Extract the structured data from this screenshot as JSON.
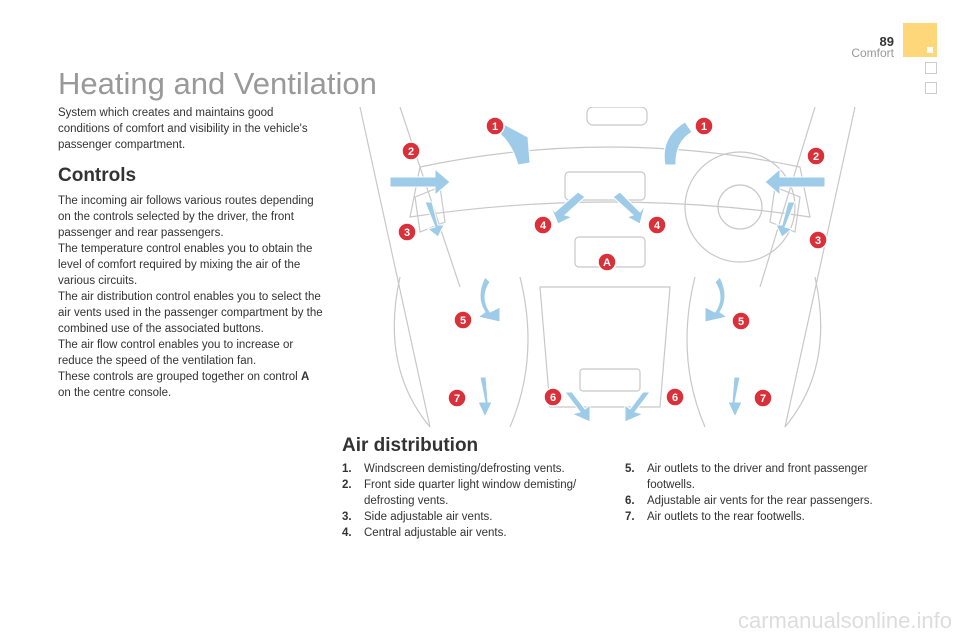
{
  "header": {
    "page_number": "89",
    "section": "Comfort"
  },
  "title": "Heating and Ventilation",
  "intro": "System which creates and maintains good conditions of comfort and visibility in the vehicle's passenger compartment.",
  "controls": {
    "heading": "Controls",
    "paragraphs": [
      "The incoming air follows various routes depending on the controls selected by the driver, the front passenger and rear passengers.",
      "The temperature control enables you to obtain the level of comfort required by mixing the air of the various circuits.",
      "The air distribution control enables you to select the air vents used in the passenger compartment by the combined use of the associated buttons.",
      "The air flow control enables you to increase or reduce the speed of the ventilation fan.",
      "These controls are grouped together on control"
    ],
    "last_bold": "A",
    "last_tail": " on the centre console."
  },
  "figure": {
    "labels": [
      "1",
      "2",
      "3",
      "4",
      "5",
      "6",
      "7",
      "A"
    ]
  },
  "air_distribution": {
    "heading": "Air distribution",
    "items": [
      {
        "n": "1.",
        "text": "Windscreen demisting/defrosting vents."
      },
      {
        "n": "2.",
        "text": "Front side quarter light window demisting/ defrosting vents."
      },
      {
        "n": "3.",
        "text": "Side adjustable air vents."
      },
      {
        "n": "4.",
        "text": "Central adjustable air vents."
      },
      {
        "n": "5.",
        "text": "Air outlets to the driver and front passenger footwells."
      },
      {
        "n": "6.",
        "text": "Adjustable air vents for the rear passengers."
      },
      {
        "n": "7.",
        "text": "Air outlets to the rear footwells."
      }
    ]
  },
  "watermark": "carmanualsonline.info",
  "colors": {
    "accent": "#fdd77a",
    "marker": "#d9303a",
    "arrow": "#9ecbe8"
  }
}
